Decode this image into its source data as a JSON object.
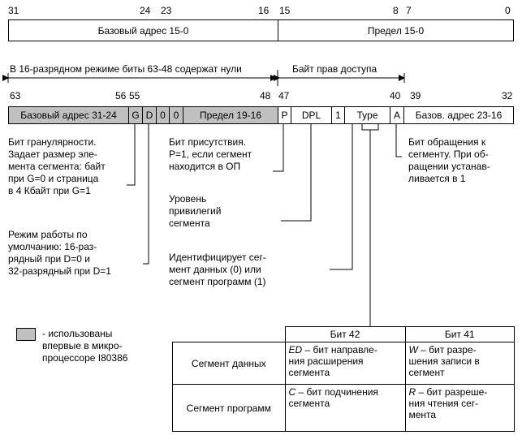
{
  "top_bits": {
    "b31": "31",
    "b24": "24",
    "b23": "23",
    "b16": "16",
    "b15": "15",
    "b8": "8",
    "b7": "7",
    "b0": "0"
  },
  "top_fields": {
    "base": "Базовый адрес 15-0",
    "limit": "Предел 15-0"
  },
  "notes": {
    "bits_note": "В 16-разрядном режиме биты 63-48 содержат нули",
    "access_note": "Байт прав доступа"
  },
  "bottom_bits": {
    "b63": "63",
    "b56": "56",
    "b55": "55",
    "b48": "48",
    "b47": "47",
    "b40": "40",
    "b39": "39",
    "b32": "32"
  },
  "bottom_fields": {
    "base_hi": "Базовый адрес 31-24",
    "g": "G",
    "d": "D",
    "z1": "0",
    "z2": "0",
    "limit_hi": "Предел 19-16",
    "p": "P",
    "dpl": "DPL",
    "one": "1",
    "type": "Type",
    "a": "A",
    "base_mid": "Базов. адрес 23-16"
  },
  "descriptions": {
    "g_desc": [
      "Бит гранулярности.",
      "Задает размер эле-",
      "мента сегмента: байт",
      "при G=0 и страница",
      "в 4 Кбайт при G=1"
    ],
    "d_desc": [
      "Режим работы по",
      "умолчанию: 16-раз-",
      "рядный при D=0 и",
      "32-разрядный при D=1"
    ],
    "p_desc": [
      "Бит присутствия.",
      "P=1, если сегмент",
      "находится в ОП"
    ],
    "dpl_desc": [
      "Уровень",
      "привилегий",
      "сегмента"
    ],
    "type_desc": [
      "Идентифицирует сег-",
      "мент данных (0) или",
      "сегмент программ (1)"
    ],
    "a_desc": [
      "Бит обращения к",
      "сегменту. При об-",
      "ращении устанав-",
      "ливается в 1"
    ]
  },
  "legend": [
    "- использованы",
    "впервые в микро-",
    "процессоре I80386"
  ],
  "table": {
    "col1": "Бит 42",
    "col2": "Бит 41",
    "row1_label": "Сегмент данных",
    "row1_c1_em": "ED",
    "row1_c1": [
      "– бит направле-",
      "ния расширения",
      "сегмента"
    ],
    "row1_c2_em": "W",
    "row1_c2": [
      "– бит разре-",
      "шения записи в",
      "сегмент"
    ],
    "row2_label": "Сегмент программ",
    "row2_c1_em": "C",
    "row2_c1": [
      "– бит подчинения",
      "сегмента"
    ],
    "row2_c2_em": "R",
    "row2_c2": [
      "– бит разреше-",
      "ния чтения сег-",
      "мента"
    ]
  }
}
